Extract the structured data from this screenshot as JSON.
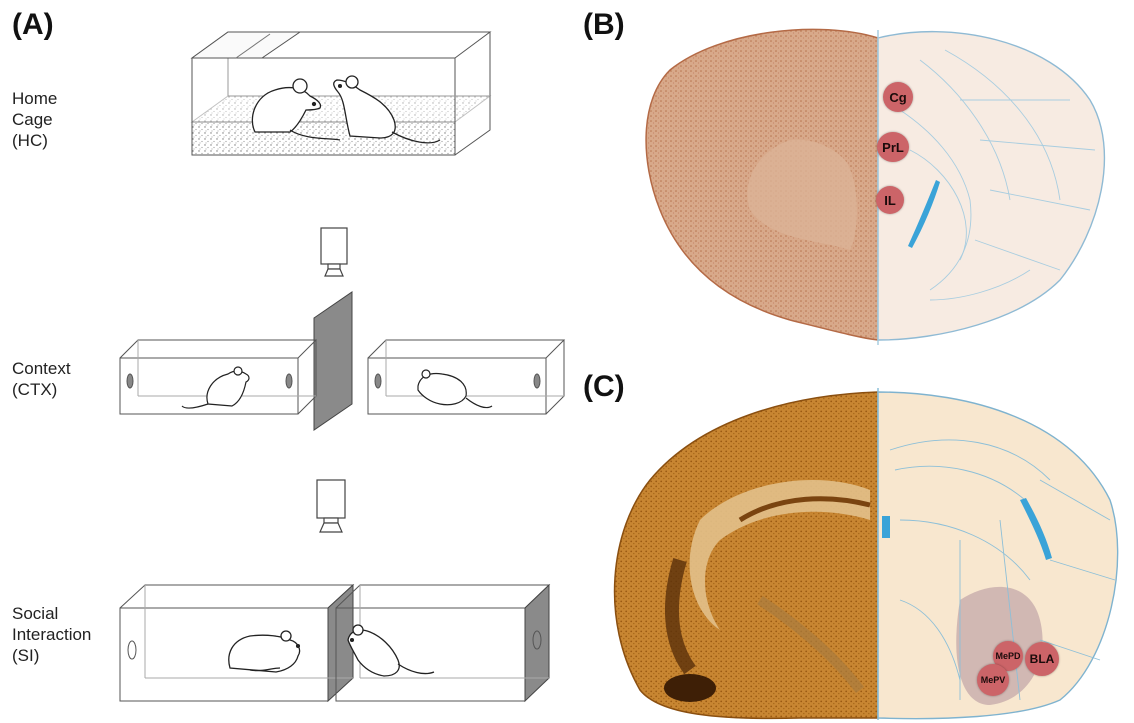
{
  "panels": {
    "a_label": "(A)",
    "b_label": "(B)",
    "c_label": "(C)"
  },
  "conditions": {
    "home_cage": [
      "Home",
      "Cage",
      "(HC)"
    ],
    "context": [
      "Context",
      "(CTX)"
    ],
    "social_interaction": [
      "Social",
      "Interaction",
      "(SI)"
    ]
  },
  "regions_b": {
    "cg": "Cg",
    "prl": "PrL",
    "il": "IL"
  },
  "regions_c": {
    "mepd": "MePD",
    "bla": "BLA",
    "mepv": "MePV"
  },
  "colors": {
    "roi_marker": "#cc6468",
    "stain_b": "#c98a67",
    "stain_c": "#b97422",
    "atlas_line": "#7fb3cf",
    "divider_panel": "#8a8a8a"
  }
}
